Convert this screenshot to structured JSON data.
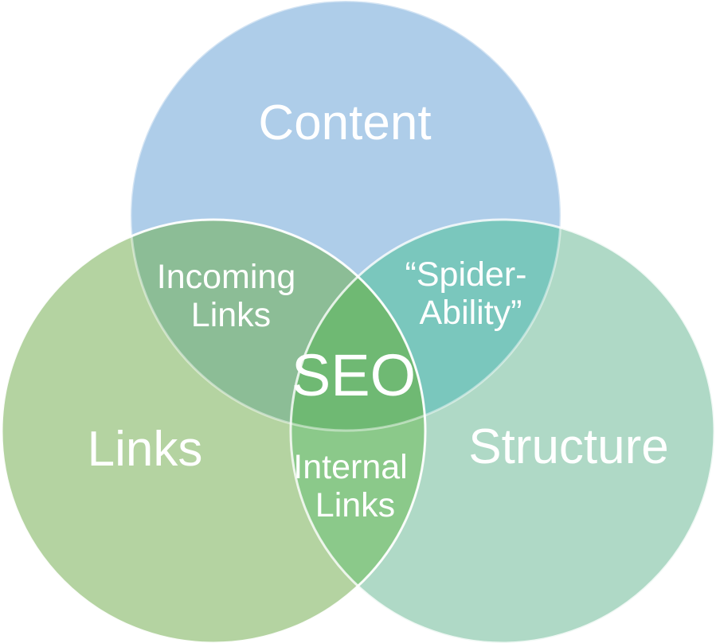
{
  "venn": {
    "background_color": "#FFFFFF",
    "text_color": "#FFFFFF",
    "outline_color": "#FFFFFF",
    "sets": [
      {
        "id": "content",
        "label": "Content",
        "fill": "#AECDE9"
      },
      {
        "id": "links",
        "label": "Links",
        "fill": "#B4D3A1"
      },
      {
        "id": "structure",
        "label": "Structure",
        "fill": "#AFD9C6"
      }
    ],
    "intersections": [
      {
        "id": "content-links",
        "lines": [
          "Incoming",
          "Links"
        ],
        "fill": "#8CBD96"
      },
      {
        "id": "content-structure",
        "lines": [
          "“Spider-",
          "Ability”"
        ],
        "fill": "#7AC7BD"
      },
      {
        "id": "links-structure",
        "lines": [
          "Internal",
          "Links"
        ],
        "fill": "#8BC98A"
      },
      {
        "id": "content-links-structure",
        "lines": [
          "SEO"
        ],
        "fill": "#6FB973"
      }
    ]
  }
}
